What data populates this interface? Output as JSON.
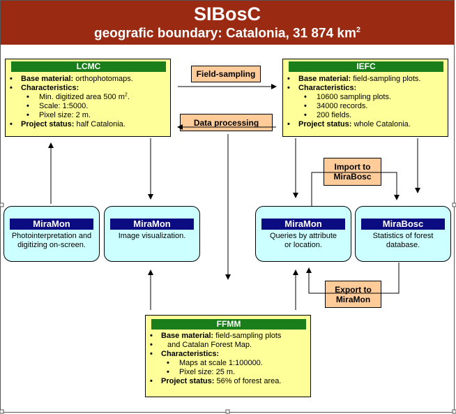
{
  "header": {
    "title": "SIBosC",
    "subtitle_text": "geografic boundary: Catalonia, 31 874 km",
    "subtitle_sup": "2"
  },
  "lcmc": {
    "title": "LCMC",
    "base_label": "Base material:",
    "base_value": "orthophotomaps.",
    "char_label": "Characteristics:",
    "items": [
      "Min. digitized area 500 m",
      "Scale: 1:5000.",
      "Pixel  size: 2 m."
    ],
    "item0_sup": "2",
    "item0_suffix": ".",
    "status_label": "Project status:",
    "status_value": "half Catalonia."
  },
  "iefc": {
    "title": "IEFC",
    "base_label": "Base material:",
    "base_value": "field-sampling plots.",
    "char_label": "Characteristics:",
    "items": [
      "10600 sampling plots.",
      "34000 records.",
      "200 fields."
    ],
    "status_label": "Project status:",
    "status_value": "whole Catalonia."
  },
  "ffmm": {
    "title": "FFMM",
    "base_label": "Base material:",
    "base_value": "field-sampling plots",
    "base_value2": "and Catalan Forest Map.",
    "char_label": "Characteristics:",
    "items": [
      "Maps at scale 1:100000.",
      "Pixel size: 25 m."
    ],
    "status_label": "Project status:",
    "status_value": "56% of forest area."
  },
  "modules": [
    {
      "title": "MiraMon",
      "desc1": "Photointerpretation and",
      "desc2": "digitizing on-screen."
    },
    {
      "title": "MiraMon",
      "desc1": "Image visualization.",
      "desc2": ""
    },
    {
      "title": "MiraMon",
      "desc1": "Queries by attribute",
      "desc2": "or location."
    },
    {
      "title": "MiraBosc",
      "desc1": "Statistics of forest",
      "desc2": "database."
    }
  ],
  "processes": {
    "field_sampling": "Field-sampling",
    "data_processing": "Data processing",
    "import_line1": "Import to",
    "import_line2": "MiraBosc",
    "export_line1": "Export to",
    "export_line2": "MiraMon"
  },
  "colors": {
    "header_bg": "#9a2a12",
    "box_yellow": "#ffff99",
    "title_green": "#1a7f1a",
    "module_cyan": "#ccffff",
    "module_title_navy": "#0b0b82",
    "process_orange": "#ffcc99"
  }
}
